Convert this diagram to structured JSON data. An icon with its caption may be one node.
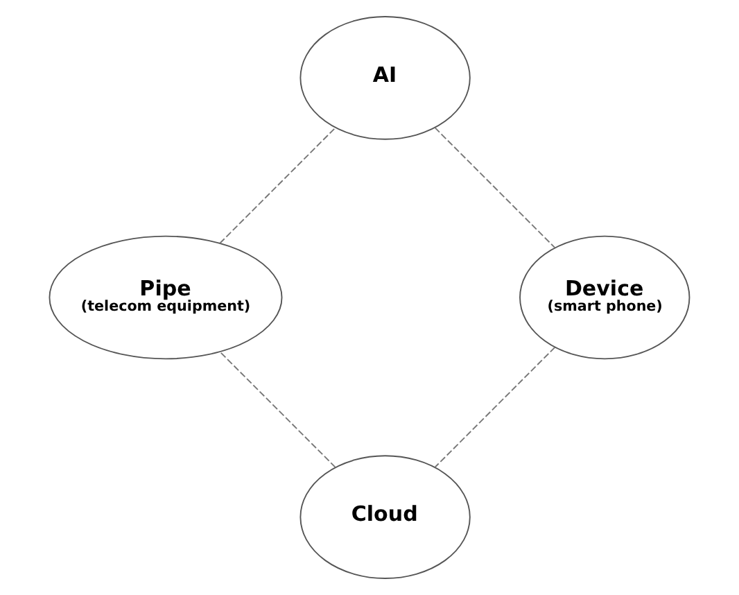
{
  "diagram": {
    "nodes": [
      {
        "text": [
          "Cloud"
        ]
      },
      {
        "text": [
          "Device",
          "(smart phone)"
        ]
      },
      {
        "text": [
          "Pipe",
          "(telecom equipment)"
        ]
      },
      {
        "text": [
          "AI"
        ]
      }
    ],
    "edges": [
      {
        "from": 0,
        "to": 2,
        "arrow": "none",
        "style": "dashed"
      },
      {
        "from": 2,
        "to": 3,
        "arrow": "none",
        "style": "dashed"
      },
      {
        "from": 3,
        "to": 1,
        "arrow": "none",
        "style": "dashed"
      },
      {
        "from": 1,
        "to": 0,
        "arrow": "none",
        "style": "dashed"
      }
    ]
  }
}
